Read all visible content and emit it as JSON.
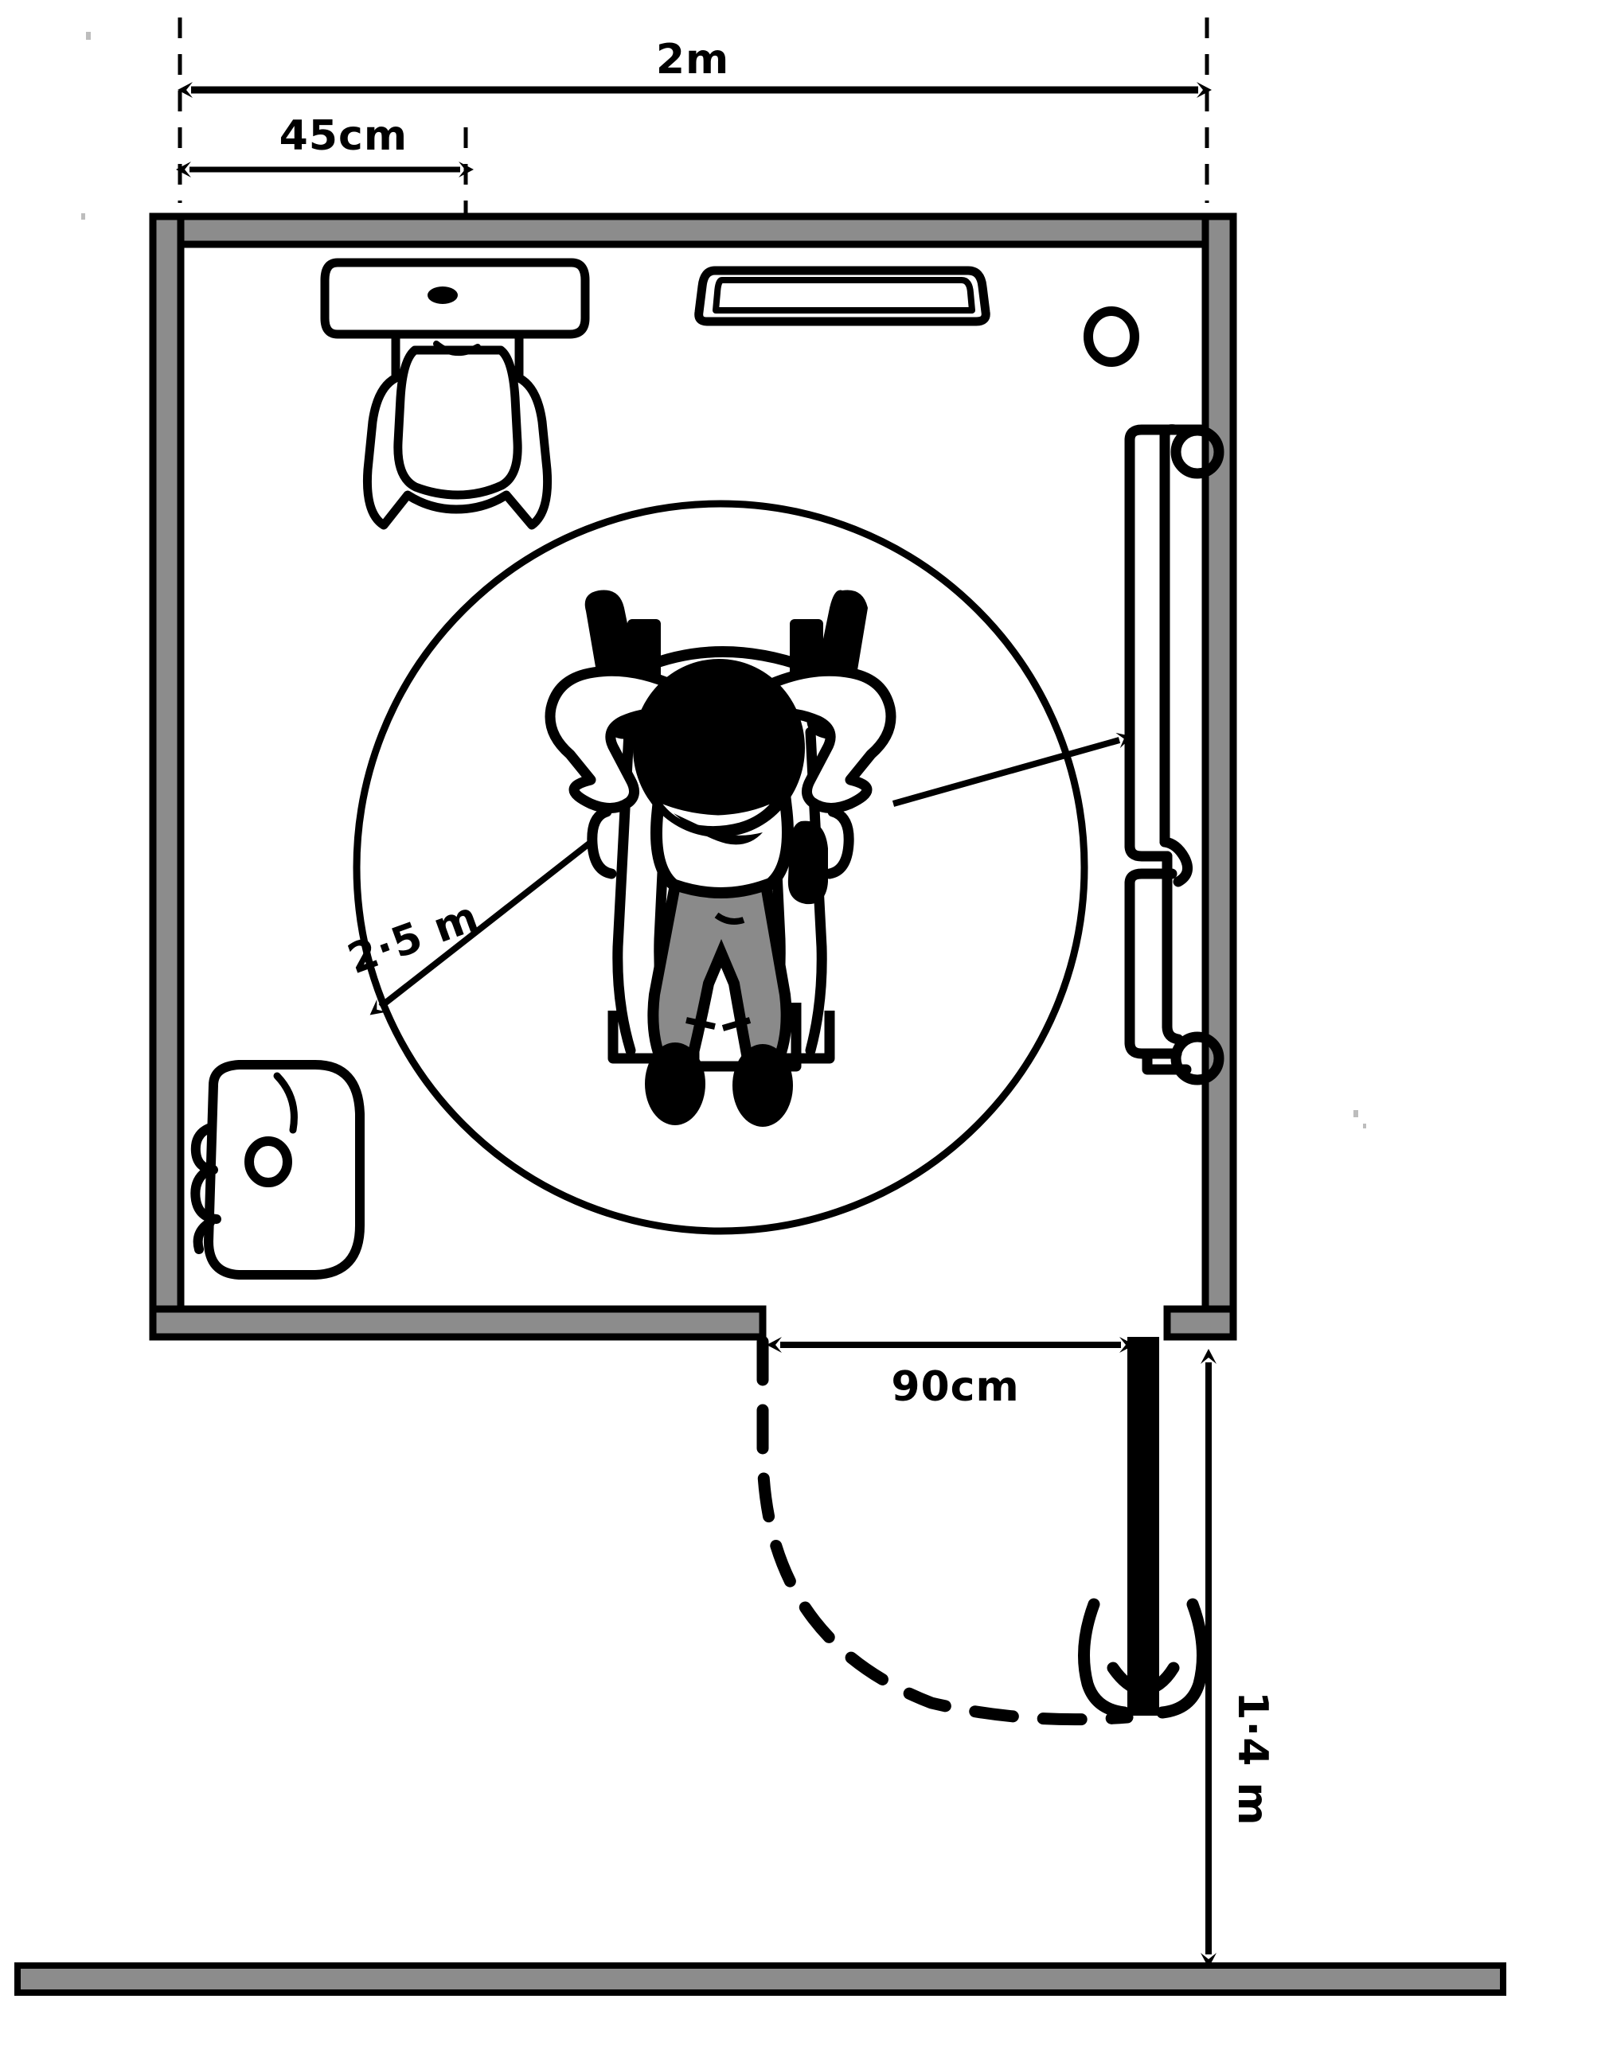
{
  "diagram": {
    "title": "Accessible WC floor plan",
    "type": "architectural-floor-plan",
    "units": "metric"
  },
  "colors": {
    "ink": "#000000",
    "wall_fill": "#8c8c8c",
    "paper": "#ffffff",
    "trouser_gray": "#8a8a8a"
  },
  "dimensions": {
    "room_width": "2m",
    "toilet_offset": "45cm",
    "turning_circle": "2·5 m",
    "door_width": "90cm",
    "approach_depth": "1·4 m"
  },
  "labels": {
    "room_width": "2m",
    "toilet_offset": "45cm",
    "turning_circle": "2·5 m",
    "door_width": "90cm",
    "approach_depth": "1·4 m"
  },
  "fixtures": [
    {
      "name": "toilet",
      "label": "WC pan with cistern",
      "position": "top-left"
    },
    {
      "name": "cistern",
      "label": "Cistern",
      "position": "top-left"
    },
    {
      "name": "shelf",
      "label": "Wall shelf / dispenser",
      "position": "top-centre"
    },
    {
      "name": "wall-dot",
      "label": "Wall fitting",
      "position": "top-right"
    },
    {
      "name": "grab-rail",
      "label": "Vertical grab rail",
      "position": "right-wall"
    },
    {
      "name": "basin",
      "label": "Wash basin",
      "position": "bottom-left"
    },
    {
      "name": "door",
      "label": "Outward opening door",
      "position": "bottom-right"
    },
    {
      "name": "door-handle",
      "label": "Door pull handle",
      "position": "bottom-right"
    },
    {
      "name": "wheelchair-user",
      "label": "Wheelchair user (plan view)",
      "position": "centre"
    },
    {
      "name": "turning-circle",
      "label": "Wheelchair turning circle",
      "position": "centre"
    },
    {
      "name": "corridor-wall",
      "label": "Opposite corridor wall",
      "position": "bottom"
    }
  ],
  "figure": {
    "skin": "#ffffff",
    "hair": "#000000",
    "shirt": "#ffffff",
    "trousers": "#8a8a8a",
    "shoes": "#000000"
  }
}
